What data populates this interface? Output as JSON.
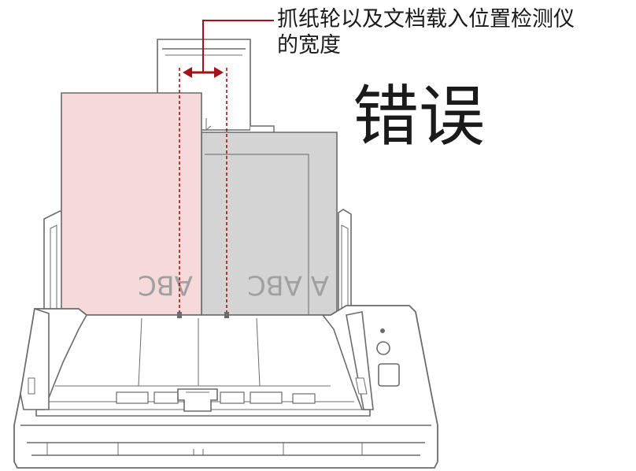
{
  "callout": {
    "line1": "抓纸轮以及文档载入位置检测仪",
    "line2": "的宽度"
  },
  "status": "错误",
  "documents": {
    "left_sheet_text": "ABC",
    "right_sheet_text": "A ABC"
  },
  "colors": {
    "outline": "#6b6b6b",
    "left_sheet_fill": "#f6dada",
    "right_sheet_fill": "#d4d4d4",
    "guide_line": "#a3131b",
    "arrow": "#a3131b"
  }
}
